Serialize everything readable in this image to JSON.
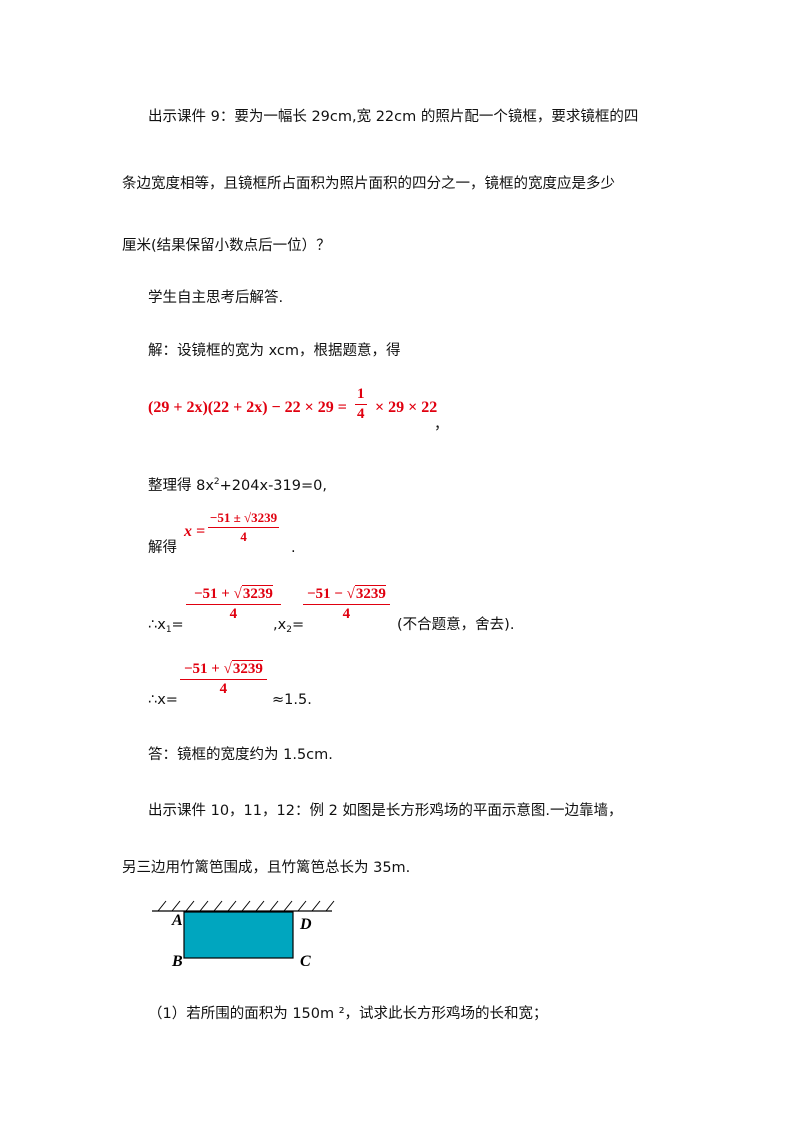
{
  "paragraphs": {
    "p1_line1": "出示课件 9：要为一幅长 29cm,宽 22cm 的照片配一个镜框，要求镜框的四",
    "p1_line2": "条边宽度相等，且镜框所占面积为照片面积的四分之一，镜框的宽度应是多少",
    "p1_line3": "厘米(结果保留小数点后一位）？",
    "p2": "学生自主思考后解答.",
    "p3": "解：设镜框的宽为 xcm，根据题意，得",
    "equation": {
      "left": "(29 + 2x)(22 + 2x) − 22 × 29 = ",
      "frac_num": "1",
      "frac_den": "4",
      "right": "× 29 × 22",
      "comma": "，"
    },
    "p4_prefix": "整理得 8x",
    "p4_exp": "2",
    "p4_suffix": "+204x-319=0,",
    "p5_label": "解得",
    "p5_math_var": "x = ",
    "p5_num": "−51 ± √3239",
    "p5_den": "4",
    "p5_end": ".",
    "p6_therefore": "∴x",
    "p6_sub1": "1",
    "p6_eq": "=",
    "p6_frac1_num_a": "−51 + √",
    "p6_frac1_num_b": "3239",
    "p6_frac1_den": "4",
    "p6_mid": ",x",
    "p6_sub2": "2",
    "p6_eq2": "=",
    "p6_frac2_num_a": "−51 − √",
    "p6_frac2_num_b": "3239",
    "p6_frac2_den": "4",
    "p6_tail": "(不合题意，舍去).",
    "p7_prefix": "∴x=",
    "p7_num_a": "−51 + √",
    "p7_num_b": "3239",
    "p7_den": "4",
    "p7_suffix": "≈1.5.",
    "p8": "答：镜框的宽度约为 1.5cm.",
    "p9_line1": "出示课件 10，11，12：例 2  如图是长方形鸡场的平面示意图.一边靠墙，",
    "p9_line2": "另三边用竹篱笆围成，且竹篱笆总长为 35m.",
    "p10": "（1）若所围的面积为 150m ²，试求此长方形鸡场的长和宽；"
  },
  "diagram": {
    "labels": {
      "A": "A",
      "B": "B",
      "C": "C",
      "D": "D"
    },
    "fill_color": "#00a6bf",
    "stroke_color": "#000000"
  },
  "colors": {
    "math": "#e0000f",
    "text": "#111111"
  }
}
